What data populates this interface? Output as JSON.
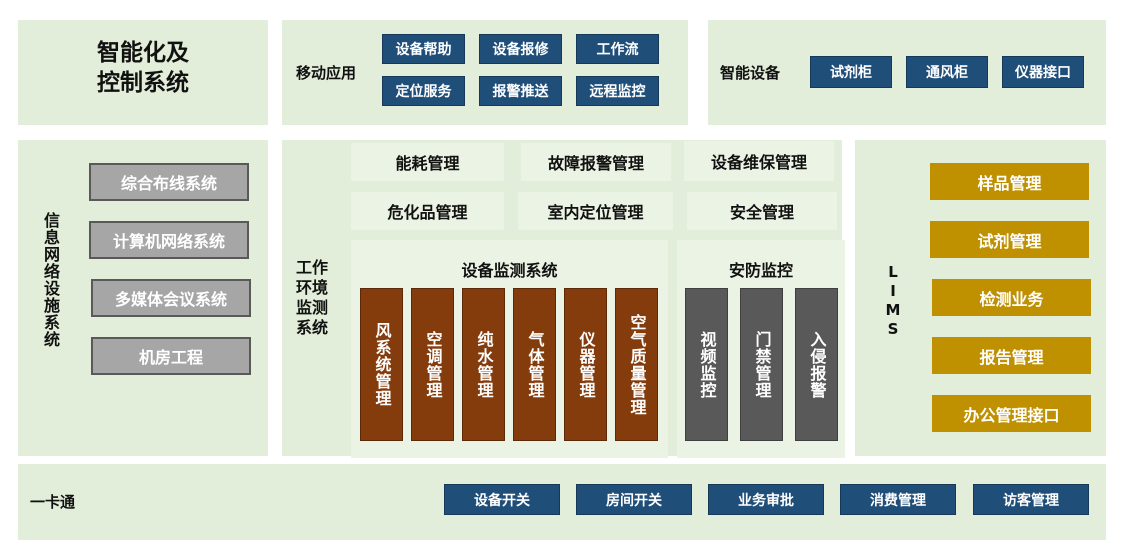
{
  "top": {
    "title": "智能化及\n控制系统",
    "mobile": {
      "label": "移动应用",
      "items": [
        "设备帮助",
        "设备报修",
        "工作流",
        "定位服务",
        "报警推送",
        "远程监控"
      ]
    },
    "smart": {
      "label": "智能设备",
      "items": [
        "试剂柜",
        "通风柜",
        "仪器接口"
      ]
    }
  },
  "left": {
    "label": "信息网络设施系统",
    "items": [
      "综合布线系统",
      "计算机网络系统",
      "多媒体会议系统",
      "机房工程"
    ]
  },
  "middle": {
    "label": "工作环境监测系统",
    "row1": [
      "能耗管理",
      "故障报警管理",
      "设备维保管理"
    ],
    "row2": [
      "危化品管理",
      "室内定位管理",
      "安全管理"
    ],
    "monitor": {
      "title": "设备监测系统",
      "items": [
        "风系统管理",
        "空调管理",
        "纯水管理",
        "气体管理",
        "仪器管理",
        "空气质量管理"
      ]
    },
    "security": {
      "title": "安防监控",
      "items": [
        "视频监控",
        "门禁管理",
        "入侵报警"
      ]
    }
  },
  "right": {
    "label": "LIMS",
    "items": [
      "样品管理",
      "试剂管理",
      "检测业务",
      "报告管理",
      "办公管理接口"
    ]
  },
  "bottom": {
    "label": "一卡通",
    "items": [
      "设备开关",
      "房间开关",
      "业务审批",
      "消费管理",
      "访客管理"
    ]
  },
  "colors": {
    "panel": "#e2eed9",
    "blue": "#1f4e79",
    "gray": "#a6a6a6",
    "gold": "#bf9000",
    "brown": "#843c0c",
    "dark_gray": "#595959"
  }
}
